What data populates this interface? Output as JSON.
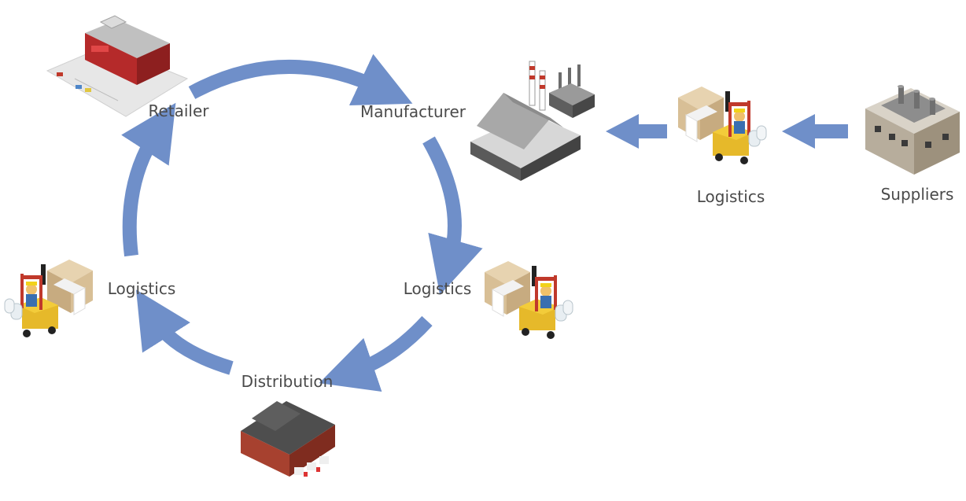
{
  "diagram": {
    "title": "",
    "arrow_color": "#6f8fc9",
    "nodes": {
      "retailer": {
        "label": "Retailer",
        "icon": "retail-store-icon"
      },
      "manufacturer": {
        "label": "Manufacturer",
        "icon": "factory-icon"
      },
      "logistics_right": {
        "label": "Logistics",
        "icon": "forklift-icon"
      },
      "distribution": {
        "label": "Distribution",
        "icon": "warehouse-icon"
      },
      "logistics_left": {
        "label": "Logistics",
        "icon": "forklift-icon"
      },
      "logistics_supply": {
        "label": "Logistics",
        "icon": "forklift-icon"
      },
      "suppliers": {
        "label": "Suppliers",
        "icon": "supplier-plant-icon"
      }
    }
  }
}
